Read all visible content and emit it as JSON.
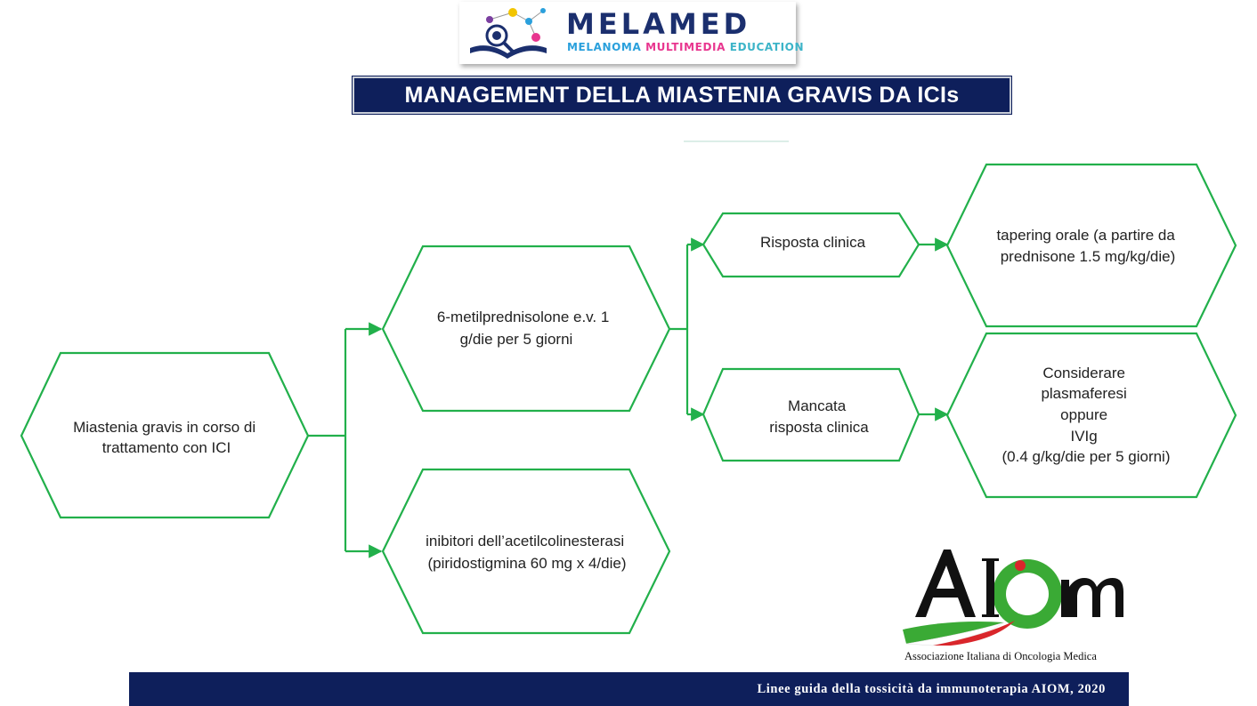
{
  "logo": {
    "wordmark": "MELAMED",
    "tagline_1": "MELANOMA ",
    "tagline_2": "MULTIMEDIA ",
    "tagline_3": "EDUCATION"
  },
  "title": "MANAGEMENT DELLA MIASTENIA GRAVIS DA ICIs",
  "nodes": {
    "start": [
      "Miastenia gravis in corso di",
      "trattamento con ICI"
    ],
    "steroid": [
      "6-metilprednisolone e.v. 1",
      "g/die per 5 giorni"
    ],
    "inhibitors": [
      "inibitori dell’acetilcolinesterasi",
      "(piridostigmina 60 mg x 4/die)"
    ],
    "response": [
      "Risposta clinica"
    ],
    "no_response": [
      "Mancata",
      "risposta clinica"
    ],
    "tapering": [
      "tapering orale (a partire da",
      "prednisone 1.5 mg/kg/die)"
    ],
    "alternatives": [
      "Considerare",
      "plasmaferesi",
      "oppure",
      "IVIg",
      "(0.4 g/kg/die per 5 giorni)"
    ]
  },
  "aiom": {
    "letters": "AIOM",
    "caption": "Associazione Italiana di Oncologia Medica"
  },
  "footer": "Linee guida della tossicità da immunoterapia AIOM, 2020",
  "colors": {
    "flow_green": "#22b04b",
    "navy": "#0e1f5b",
    "aiom_green": "#3aaa35",
    "aiom_red": "#d9262b"
  }
}
